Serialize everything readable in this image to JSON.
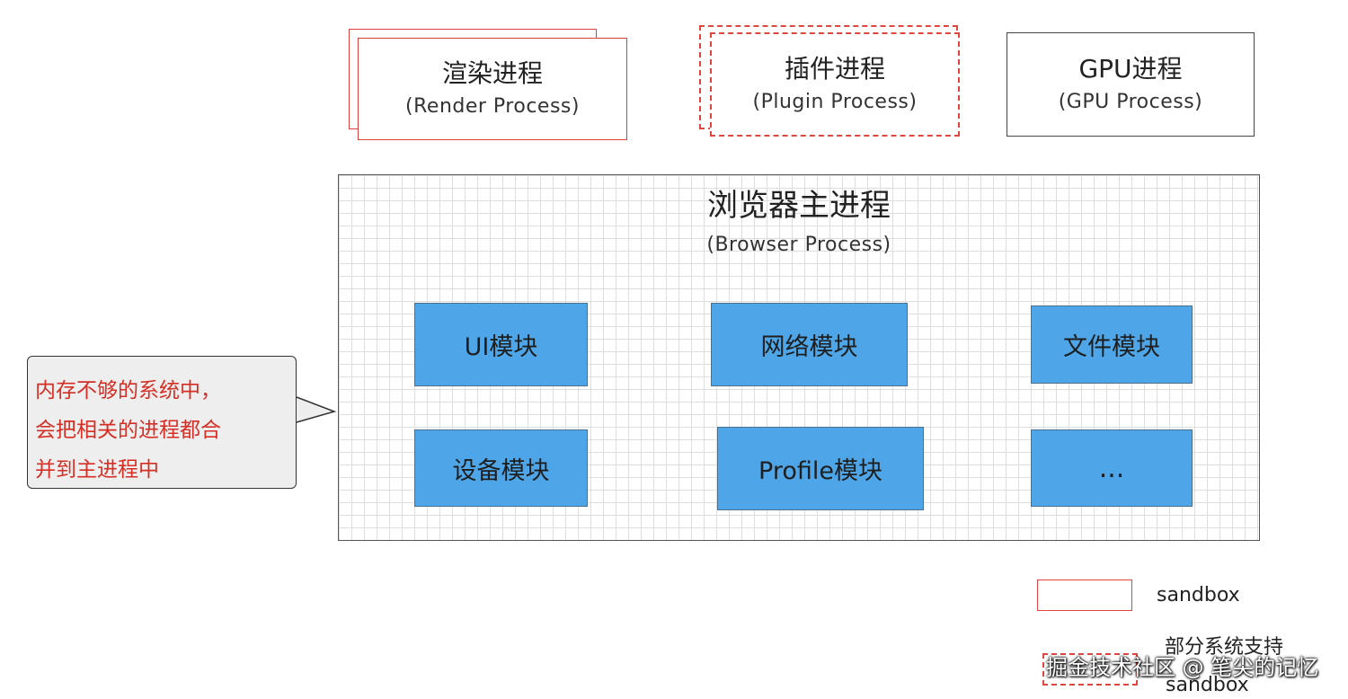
{
  "processes": {
    "render": {
      "title": "渲染进程",
      "subtitle": "(Render Process)"
    },
    "plugin": {
      "title": "插件进程",
      "subtitle": "(Plugin Process)"
    },
    "gpu": {
      "title": "GPU进程",
      "subtitle": "(GPU Process)"
    }
  },
  "browser": {
    "title": "浏览器主进程",
    "subtitle": "(Browser Process)",
    "modules": [
      "UI模块",
      "网络模块",
      "文件模块",
      "设备模块",
      "Profile模块",
      "..."
    ]
  },
  "callout": {
    "lines": [
      "内存不够的系统中，",
      "会把相关的进程都合",
      "并到主进程中"
    ]
  },
  "legend": {
    "solid_label": "sandbox",
    "dashed_label_line1": "部分系统支持",
    "dashed_label_line2": "sandbox"
  },
  "watermark": "掘金技术社区 @ 笔尖的记忆",
  "colors": {
    "module_fill": "#4ea6e8",
    "sandbox_border": "#e0463e",
    "callout_text": "#d52f25",
    "callout_bg": "#eeeeee"
  }
}
